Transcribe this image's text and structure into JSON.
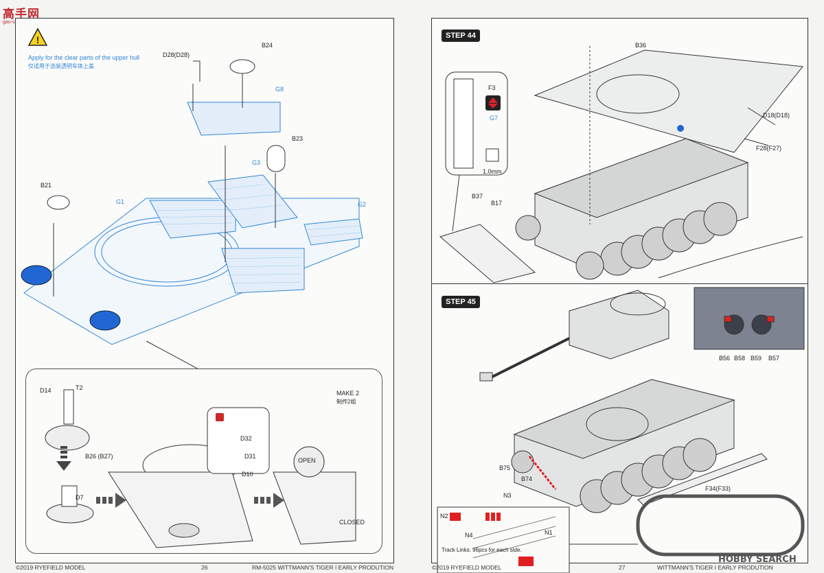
{
  "watermark": {
    "logo_text": "高手网",
    "domain": "gao-shou.com"
  },
  "page_left": {
    "warning_icon": "warning-triangle-icon",
    "note_en": "Apply for the clear parts of the upper hull",
    "note_cn": "仅适用于选装透明车体上盖",
    "labels": {
      "d28": "D28(D28)",
      "b24": "B24",
      "g8": "G8",
      "b23": "B23",
      "g3": "G3",
      "b21": "B21",
      "g1": "G1",
      "g2": "G2"
    },
    "subassembly": {
      "make_en": "MAKE 2",
      "make_cn": "制作2组",
      "d14": "D14",
      "t2": "T2",
      "b26": "B26 (B27)",
      "d7": "D7",
      "d32": "D32",
      "d31": "D31",
      "d10": "D10",
      "open": "OPEN",
      "closed": "CLOSED"
    },
    "footer": {
      "copyright": "©2019 RYEFIELD MODEL",
      "page_no": "26",
      "title": "RM-5025 WITTMANN'S TIGER I EARLY PRODUTION"
    }
  },
  "page_right": {
    "step44": {
      "badge": "STEP 44",
      "labels": {
        "b36": "B36",
        "f3": "F3",
        "g7": "G7",
        "size": "1.0mm",
        "b37": "B37",
        "b17": "B17",
        "d18": "D18(D18)",
        "f28": "F28(F27)"
      }
    },
    "step45": {
      "badge": "STEP 45",
      "labels": {
        "b56": "B56",
        "b58": "B58",
        "b59": "B59",
        "b57": "B57",
        "b75": "B75",
        "b74": "B74",
        "f34": "F34(F33)",
        "n1": "N1",
        "n2": "N2",
        "n3": "N3",
        "n4": "N4"
      },
      "track_note": "Track Links: 96pcs for each side."
    },
    "footer": {
      "copyright": "©2019 RYEFIELD MODEL",
      "page_no": "27",
      "title": "WITTMANN'S TIGER I EARLY PRODUTION"
    }
  },
  "hobbysearch_logo": "HOBBY SEARCH",
  "colors": {
    "accent_blue": "#2f86d6",
    "part_blue": "#2167d4",
    "highlight_red": "#e02020"
  }
}
